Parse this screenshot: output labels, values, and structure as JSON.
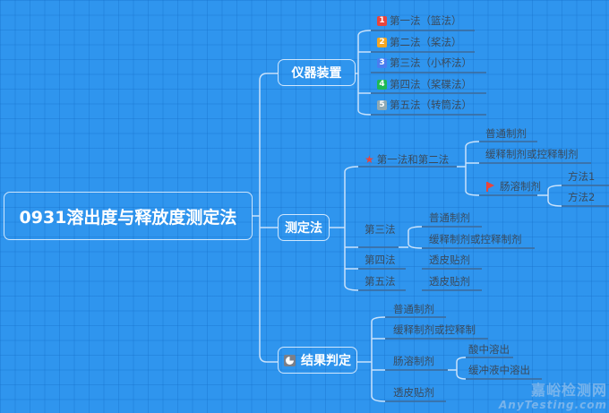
{
  "root": {
    "label": "0931溶出度与释放度测定法"
  },
  "colors": {
    "background": "#2f95ee",
    "line": "#c9e2fb",
    "underline": "#3d6a99",
    "leaf_text": "#3a4a5c",
    "badge1": "#e8453c",
    "badge2": "#f5a623",
    "badge3": "#4a7df0",
    "badge4": "#1db954",
    "badge5": "#8fa9b3",
    "star": "#e8453c",
    "flag": "#e8453c"
  },
  "branches": {
    "apparatus": {
      "label": "仪器装置",
      "items": [
        {
          "badge": "1",
          "label": "第一法（篮法）"
        },
        {
          "badge": "2",
          "label": "第二法（桨法）"
        },
        {
          "badge": "3",
          "label": "第三法（小杯法）"
        },
        {
          "badge": "4",
          "label": "第四法（桨碟法）"
        },
        {
          "badge": "5",
          "label": "第五法（转筒法）"
        }
      ]
    },
    "methods": {
      "label": "测定法",
      "m12": {
        "icon": "star-icon",
        "label": "第一法和第二法",
        "children": [
          {
            "label": "普通制剂"
          },
          {
            "label": "缓释制剂或控释制剂"
          },
          {
            "icon": "flag-icon",
            "label": "肠溶制剂",
            "children": [
              {
                "label": "方法1"
              },
              {
                "label": "方法2"
              }
            ]
          }
        ]
      },
      "m3": {
        "label": "第三法",
        "children": [
          {
            "label": "普通制剂"
          },
          {
            "label": "缓释制剂或控释制剂"
          }
        ]
      },
      "m4": {
        "label": "第四法",
        "children": [
          {
            "label": "透皮贴剂"
          }
        ]
      },
      "m5": {
        "label": "第五法",
        "children": [
          {
            "label": "透皮贴剂"
          }
        ]
      }
    },
    "results": {
      "icon": "pie-chart-icon",
      "label": "结果判定",
      "items": [
        {
          "label": "普通制剂"
        },
        {
          "label": "缓释制剂或控释制"
        },
        {
          "label": "肠溶制剂",
          "children": [
            {
              "label": "酸中溶出"
            },
            {
              "label": "缓冲液中溶出"
            }
          ]
        },
        {
          "label": "透皮贴剂"
        }
      ]
    }
  },
  "watermark": {
    "cn": "嘉峪检测网",
    "en": "AnyTesting.com"
  }
}
